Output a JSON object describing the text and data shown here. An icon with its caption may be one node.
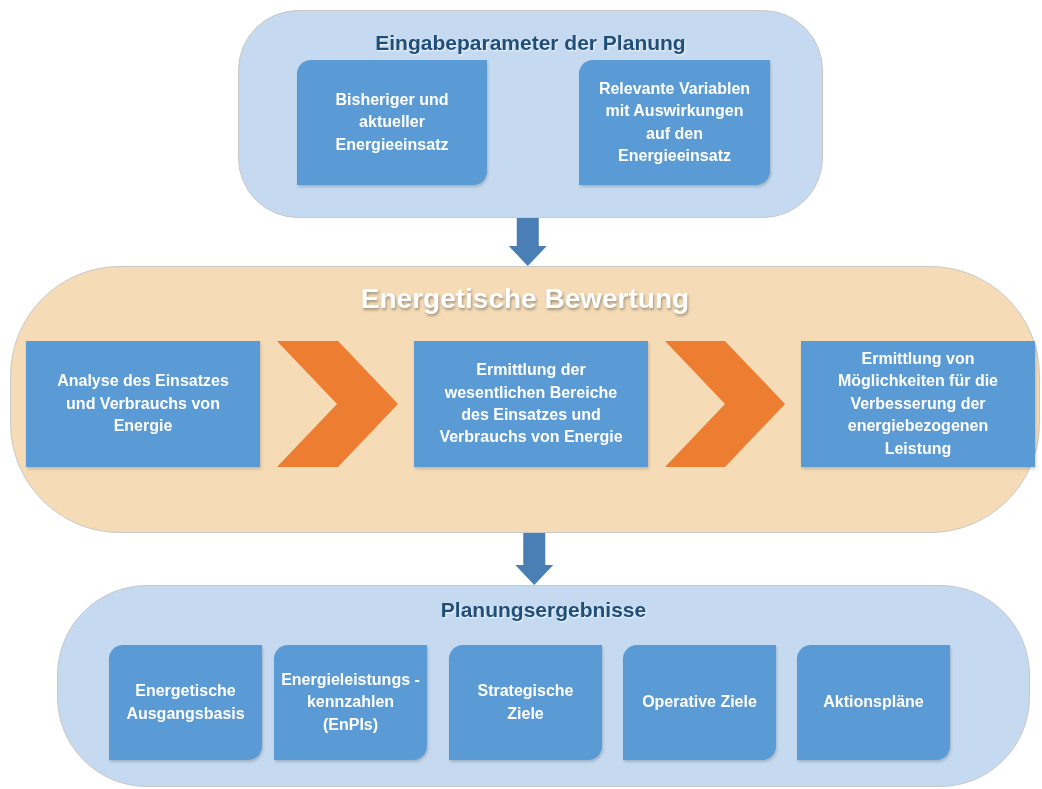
{
  "diagram": {
    "nodes": [
      {
        "text": [
          "Eingabeparameter der Planung"
        ]
      },
      {
        "text": [
          "Bisheriger und aktueller Energieeinsatz"
        ],
        "in": 0
      },
      {
        "text": [
          "Relevante Variablen mit Auswirkungen auf den Energieeinsatz"
        ],
        "in": 0
      },
      {
        "text": [
          "Energetische Bewertung"
        ]
      },
      {
        "text": [
          "Analyse des Einsatzes und Verbrauchs von Energie"
        ],
        "in": 3
      },
      {
        "text": [
          "Ermittlung der wesentlichen Bereiche des Einsatzes und Verbrauchs von Energie"
        ],
        "in": 3
      },
      {
        "text": [
          "Ermittlung von Möglichkeiten für die Verbesserung der energiebezogenen Leistung"
        ],
        "in": 3
      },
      {
        "text": [
          "Planungsergebnisse"
        ]
      },
      {
        "text": [
          "Energetische Ausgangsbasis"
        ],
        "in": 7
      },
      {
        "text": [
          "Energieleistungs -kennzahlen (EnPIs)"
        ],
        "in": 7
      },
      {
        "text": [
          "Strategische Ziele"
        ],
        "in": 7
      },
      {
        "text": [
          "Operative Ziele"
        ],
        "in": 7
      },
      {
        "text": [
          "Aktionspläne"
        ],
        "in": 7
      }
    ],
    "edges": [
      {
        "from": 0,
        "to": 3,
        "arrow": "to",
        "style": "thick",
        "color": "#4a7fb5"
      },
      {
        "from": 4,
        "to": 5,
        "arrow": "to",
        "style": "thick",
        "color": "#ed7d31"
      },
      {
        "from": 5,
        "to": 6,
        "arrow": "to",
        "style": "thick",
        "color": "#ed7d31"
      },
      {
        "from": 3,
        "to": 7,
        "arrow": "to",
        "style": "thick",
        "color": "#4a7fb5"
      }
    ]
  }
}
